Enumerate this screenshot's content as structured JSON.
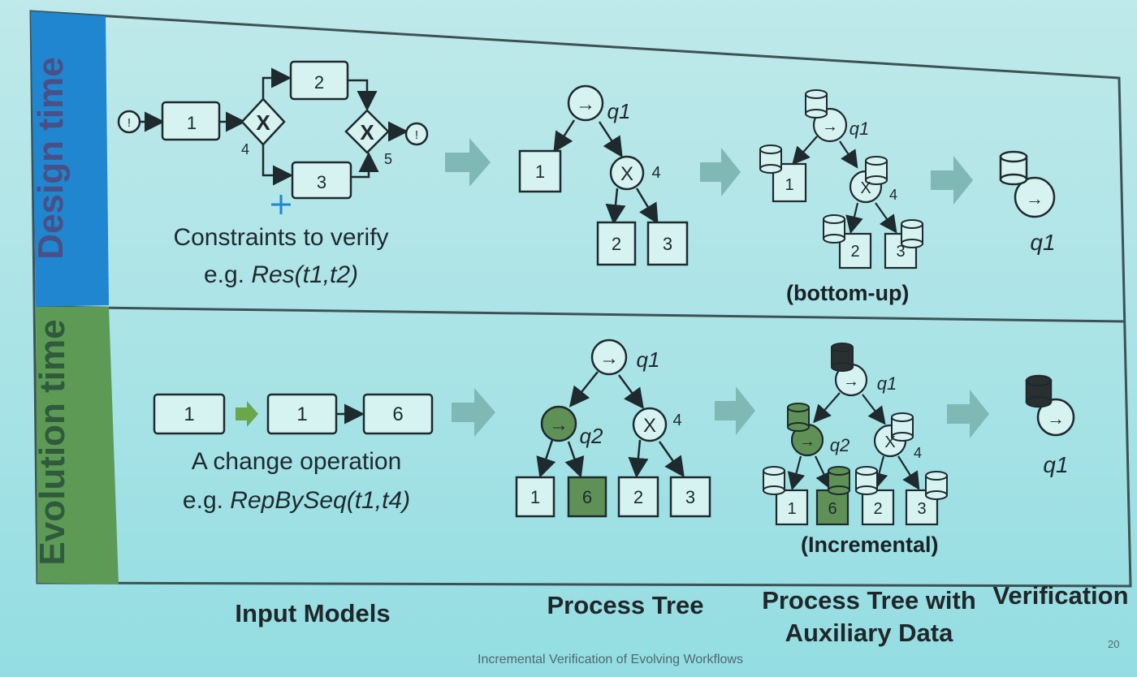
{
  "bands": {
    "design_time": "Design time",
    "evolution_time": "Evolution time"
  },
  "design": {
    "bpmn": {
      "task1": "1",
      "task2": "2",
      "task3": "3",
      "gateway_split_label": "4",
      "gateway_join_label": "5",
      "start_event": "!",
      "end_event": "!"
    },
    "constraints_line1": "Constraints to verify",
    "constraints_prefix": "e.g. ",
    "constraints_formula": "Res(t1,t2)",
    "tree": {
      "root_op": "→",
      "root_label": "q1",
      "xor_op": "X",
      "xor_label": "4",
      "leaf1": "1",
      "leaf2": "2",
      "leaf3": "3"
    },
    "aux_note": "(bottom-up)",
    "verify_label": "q1"
  },
  "evolution": {
    "change": {
      "box_a": "1",
      "box_b": "1",
      "box_c": "6"
    },
    "change_line1": "A change operation",
    "change_prefix": "e.g. ",
    "change_formula": "RepBySeq(t1,t4)",
    "tree": {
      "root_op": "→",
      "root_label": "q1",
      "seq_op": "→",
      "seq_label": "q2",
      "xor_op": "X",
      "xor_label": "4",
      "leaf1": "1",
      "leaf6": "6",
      "leaf2": "2",
      "leaf3": "3"
    },
    "aux_note": "(Incremental)",
    "verify_label": "q1"
  },
  "columns": {
    "input_models": "Input Models",
    "process_tree": "Process Tree",
    "aux_data_line1": "Process Tree with",
    "aux_data_line2": "Auxiliary Data",
    "verification": "Verification"
  },
  "footer": {
    "title": "Incremental Verification of Evolving Workflows",
    "page": "20"
  },
  "colors": {
    "design_band": "#1f86cf",
    "evolution_band": "#5c9a55",
    "changed_node": "#5f9156",
    "arrow": "#7fb8b4",
    "stroke": "#1e2a2e"
  }
}
